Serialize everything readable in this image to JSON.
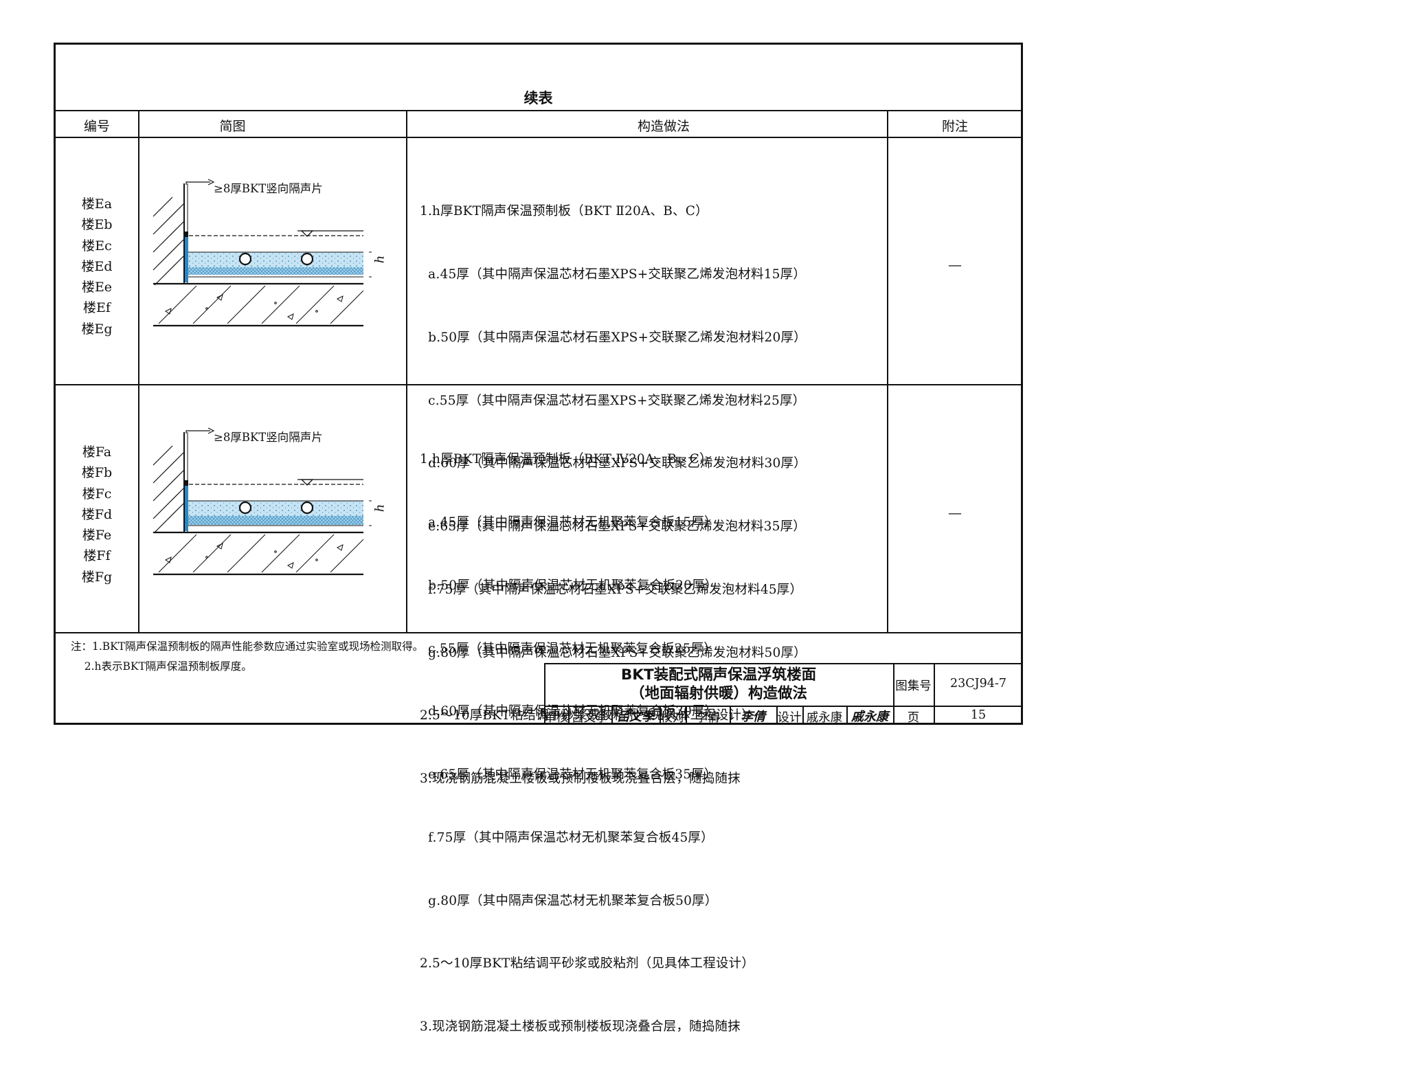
{
  "title": "续表",
  "headers": {
    "code": "编号",
    "sketch": "简图",
    "method": "构造做法",
    "remark": "附注"
  },
  "rows": [
    {
      "codes": [
        "楼Ea",
        "楼Eb",
        "楼Ec",
        "楼Ed",
        "楼Ee",
        "楼Ef",
        "楼Eg"
      ],
      "sketch_label": "8厚BKT竖向隔声片",
      "sketch_h": "h",
      "steps": [
        "1.h厚BKT隔声保温预制板（BKT Ⅱ20A、B、C）",
        "  a.45厚（其中隔声保温芯材石墨XPS+交联聚乙烯发泡材料15厚）",
        "  b.50厚（其中隔声保温芯材石墨XPS+交联聚乙烯发泡材料20厚）",
        "  c.55厚（其中隔声保温芯材石墨XPS+交联聚乙烯发泡材料25厚）",
        "  d.60厚（其中隔声保温芯材石墨XPS+交联聚乙烯发泡材料30厚）",
        "  e.65厚（其中隔声保温芯材石墨XPS+交联聚乙烯发泡材料35厚）",
        "  f.75厚（其中隔声保温芯材石墨XPS+交联聚乙烯发泡材料45厚）",
        "  g.80厚（其中隔声保温芯材石墨XPS+交联聚乙烯发泡材料50厚）",
        "2.5～10厚BKT粘结调平砂浆或胶粘剂（见具体工程设计）",
        "3.现浇钢筋混凝土楼板或预制楼板现浇叠合层，随捣随抹"
      ],
      "remark": "—"
    },
    {
      "codes": [
        "楼Fa",
        "楼Fb",
        "楼Fc",
        "楼Fd",
        "楼Fe",
        "楼Ff",
        "楼Fg"
      ],
      "sketch_label": "8厚BKT竖向隔声片",
      "sketch_h": "h",
      "steps": [
        "1.h厚BKT隔声保温预制板（BKT Ⅳ20A、B、C）",
        "  a.45厚（其中隔声保温芯材无机聚苯复合板15厚）",
        "  b.50厚（其中隔声保温芯材无机聚苯复合板20厚）",
        "  c.55厚（其中隔声保温芯材无机聚苯复合板25厚）",
        "  d.60厚（其中隔声保温芯材无机聚苯复合板30厚）",
        "  e.65厚（其中隔声保温芯材无机聚苯复合板35厚）",
        "  f.75厚（其中隔声保温芯材无机聚苯复合板45厚）",
        "  g.80厚（其中隔声保温芯材无机聚苯复合板50厚）",
        "2.5～10厚BKT粘结调平砂浆或胶粘剂（见具体工程设计）",
        "3.现浇钢筋混凝土楼板或预制楼板现浇叠合层，随捣随抹"
      ],
      "remark": "—"
    }
  ],
  "notes": [
    "注：1.BKT隔声保温预制板的隔声性能参数应通过实验室或现场检测取得。",
    "    2.h表示BKT隔声保温预制板厚度。"
  ],
  "title_block": {
    "title_line1": "BKT装配式隔声保温浮筑楼面",
    "title_line2": "（地面辐射供暖）构造做法",
    "atlas_label": "图集号",
    "atlas_no": "23CJ94-7",
    "review_label": "审核",
    "review_name": "吕文季",
    "review_sig": "吕文季",
    "check_label": "校对",
    "check_name": "李倩",
    "check_sig": "李倩",
    "design_label": "设计",
    "design_name": "戚永康",
    "design_sig": "戚永康",
    "page_label": "页",
    "page_no": "15"
  },
  "colors": {
    "line": "#111111",
    "insulation": "#bfe0f0",
    "insulation_dots": "#2e86c1",
    "soundproof": "#7cc3e0"
  }
}
